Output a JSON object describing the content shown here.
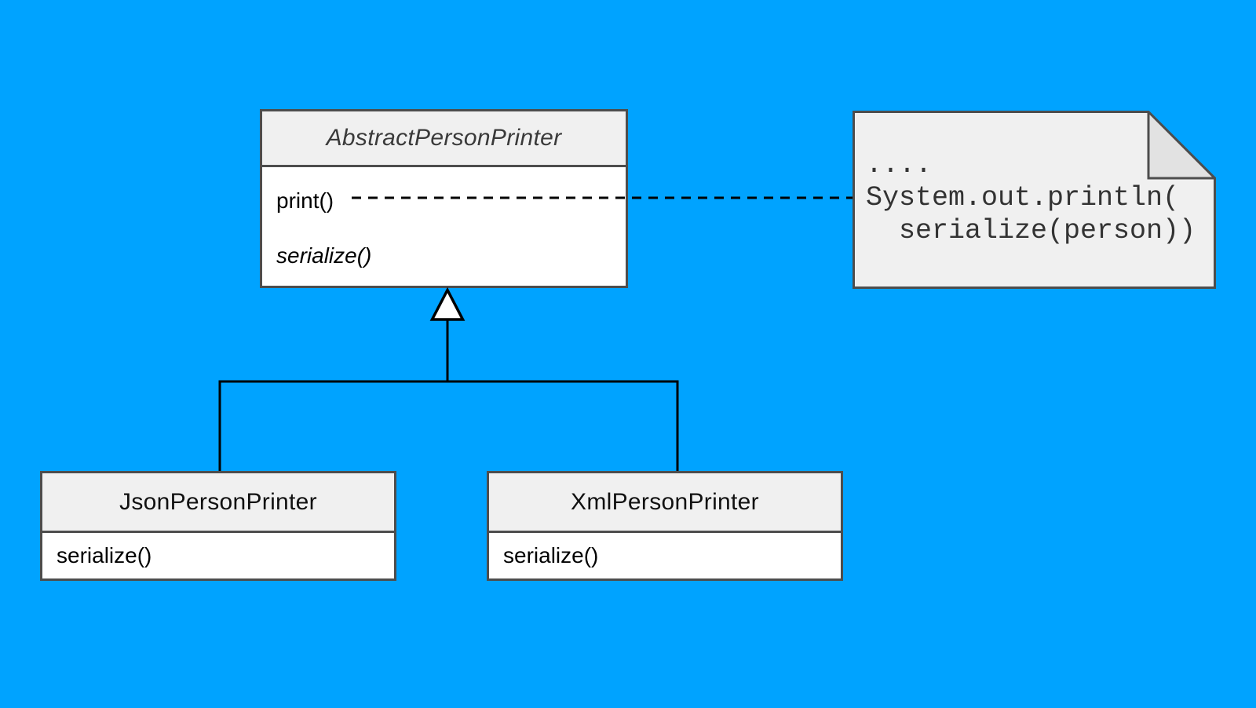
{
  "diagram": {
    "type": "uml-class-diagram",
    "abstract_class": {
      "name": "AbstractPersonPrinter",
      "stereotype": "abstract",
      "methods": [
        {
          "label": "print()",
          "abstract": false
        },
        {
          "label": "serialize()",
          "abstract": true
        }
      ]
    },
    "subclasses": [
      {
        "name": "JsonPersonPrinter",
        "methods": [
          {
            "label": "serialize()"
          }
        ]
      },
      {
        "name": "XmlPersonPrinter",
        "methods": [
          {
            "label": "serialize()"
          }
        ]
      }
    ],
    "note": {
      "lines": [
        "....",
        "System.out.println(",
        "  serialize(person))"
      ],
      "attached_to": "print()"
    },
    "relationships": [
      {
        "type": "generalization",
        "from": "JsonPersonPrinter",
        "to": "AbstractPersonPrinter"
      },
      {
        "type": "generalization",
        "from": "XmlPersonPrinter",
        "to": "AbstractPersonPrinter"
      },
      {
        "type": "note-anchor",
        "from": "AbstractPersonPrinter.print()",
        "to": "note",
        "style": "dashed"
      }
    ]
  },
  "colors": {
    "background": "#00a3ff",
    "box_border": "#4d4d4d",
    "box_fill": "#ffffff",
    "header_fill": "#f0f0f0",
    "note_fill": "#f0f0f0",
    "note_fold_fill": "#e2e2e2",
    "connector": "#000000",
    "title_text": "#3a3a3a",
    "method_text": "#000000",
    "note_text": "#333333"
  }
}
